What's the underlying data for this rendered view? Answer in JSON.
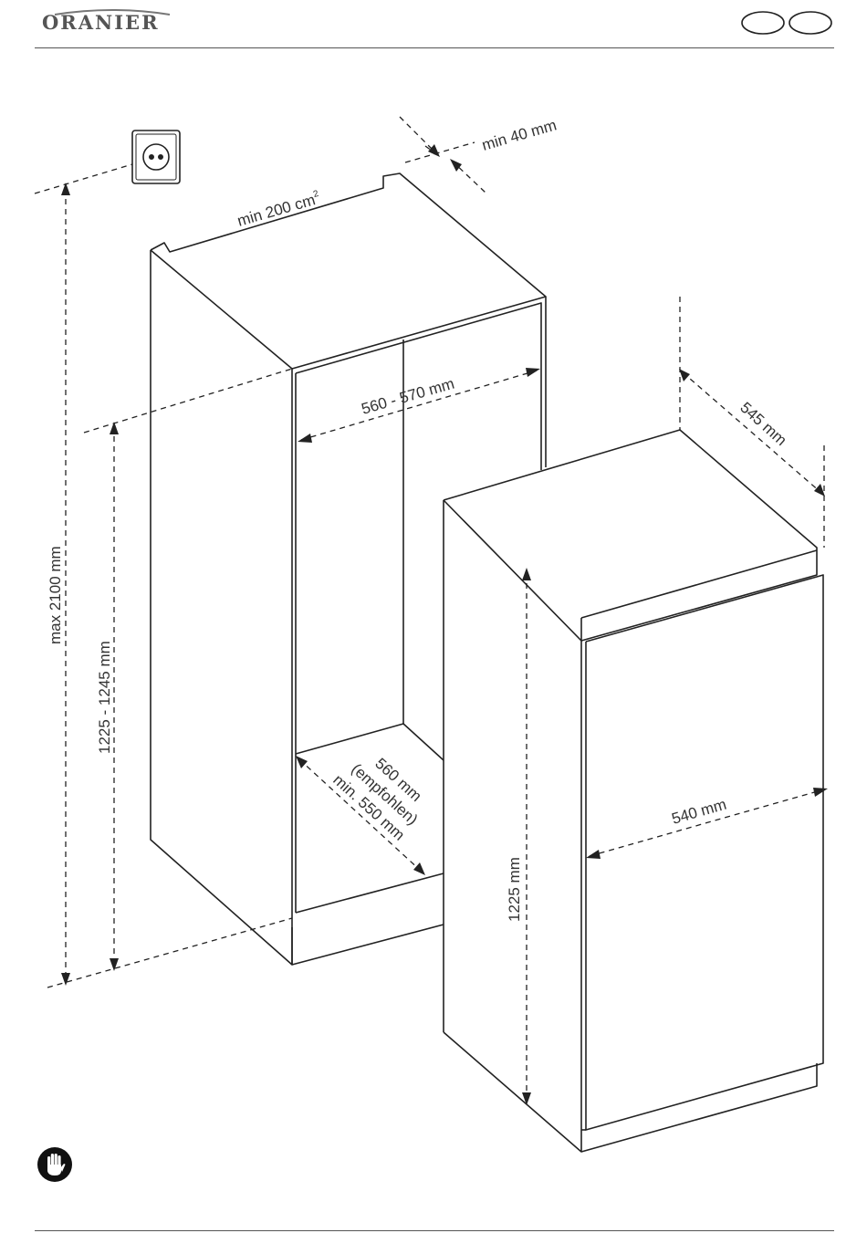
{
  "header": {
    "brand": "ORANIER"
  },
  "diagram": {
    "labels": {
      "min_gap": "min 40 mm",
      "vent_area": "min 200 cm",
      "vent_area_sup": "2",
      "niche_width": "560 - 570 mm",
      "total_height": "max 2100 mm",
      "niche_height": "1225 - 1245 mm",
      "niche_depth_1": "560 mm",
      "niche_depth_2": "(empfohlen)",
      "niche_depth_3": "min. 550 mm",
      "appliance_depth": "545 mm",
      "appliance_height": "1225 mm",
      "appliance_width": "540 mm"
    }
  },
  "colors": {
    "line": "#222222",
    "rule": "#555555",
    "logo": "#555555"
  },
  "icons": [
    "wall-socket-icon",
    "stop-hand-icon"
  ]
}
